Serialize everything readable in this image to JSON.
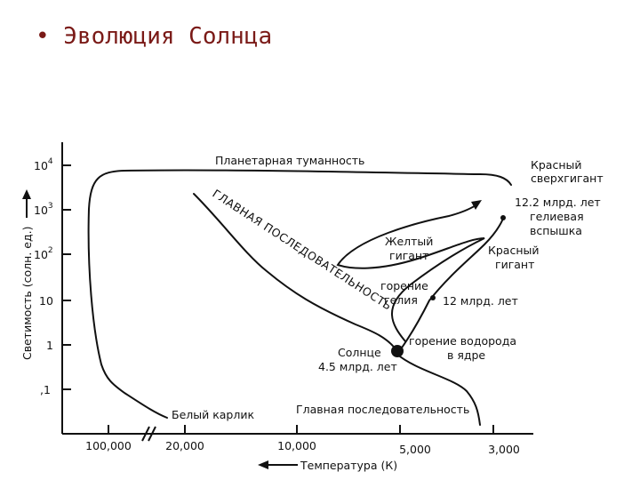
{
  "title": "• Эволюция Солнца",
  "axes": {
    "y_label": "Светимость (солн. ед.)",
    "x_label": "Температура (К)",
    "y_ticks": [
      {
        "base": "10",
        "exp": "4"
      },
      {
        "base": "10",
        "exp": "3"
      },
      {
        "base": "10",
        "exp": "2"
      },
      {
        "base": "10",
        "exp": ""
      },
      {
        "base": "1",
        "exp": ""
      },
      {
        "base": ",1",
        "exp": ""
      }
    ],
    "x_ticks": [
      "100,000",
      "20,000",
      "10,000",
      "5,000",
      "3,000"
    ]
  },
  "labels": {
    "planetary_nebula": "Планетарная туманность",
    "red_supergiant_1": "Красный",
    "red_supergiant_2": "сверхгигант",
    "age_12_2": "12.2 млрд. лет",
    "helium_flash_1": "гелиевая",
    "helium_flash_2": "вспышка",
    "main_seq_diag": "ГЛАВНАЯ ПОСЛЕДОВАТЕЛЬНОСТЬ",
    "yellow_giant_1": "Желтый",
    "yellow_giant_2": "гигант",
    "red_giant_1": "Красный",
    "red_giant_2": "гигант",
    "helium_burning_1": "горение",
    "helium_burning_2": "гелия",
    "age_12": "12 млрд. лет",
    "sun_1": "Солнце",
    "sun_2": "4.5 млрд. лет",
    "hydrogen_burning_1": "горение водорода",
    "hydrogen_burning_2": "в ядре",
    "white_dwarf": "Белый карлик",
    "main_seq_bottom": "Главная последовательность"
  }
}
